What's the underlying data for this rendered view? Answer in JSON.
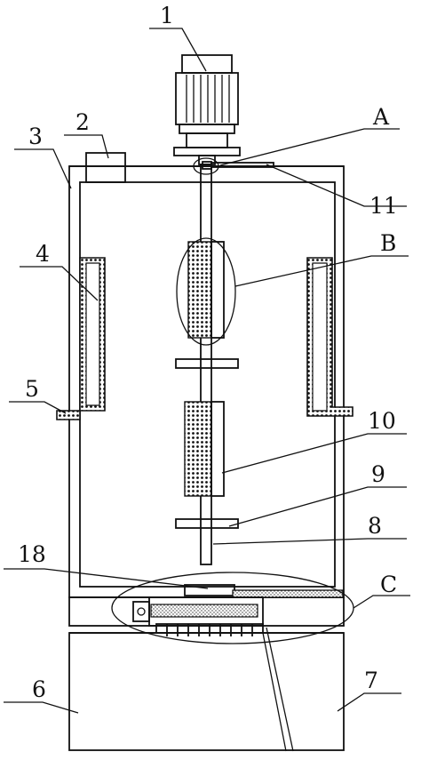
{
  "colors": {
    "ink": "#111111",
    "background": "#ffffff"
  },
  "labels": {
    "l1": "1",
    "l2": "2",
    "l3": "3",
    "l4": "4",
    "l5": "5",
    "l6": "6",
    "l7": "7",
    "l8": "8",
    "l9": "9",
    "l10": "10",
    "l11": "11",
    "l18": "18",
    "lA": "A",
    "lB": "B",
    "lC": "C"
  }
}
